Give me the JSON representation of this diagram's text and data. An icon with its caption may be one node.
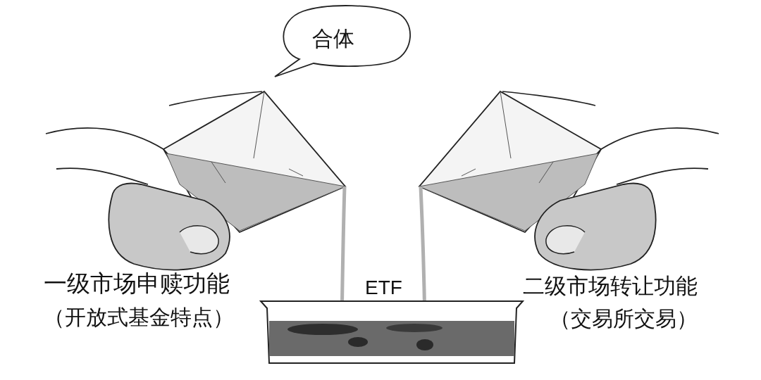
{
  "diagram": {
    "nodes": [
      {
        "text": [
          "合体"
        ]
      },
      {
        "text": [
          "ETF"
        ]
      }
    ],
    "labels": [
      "一级市场申赎功能",
      "（开放式基金特点）",
      "二级市场转让功能",
      "（交易所交易）"
    ]
  }
}
